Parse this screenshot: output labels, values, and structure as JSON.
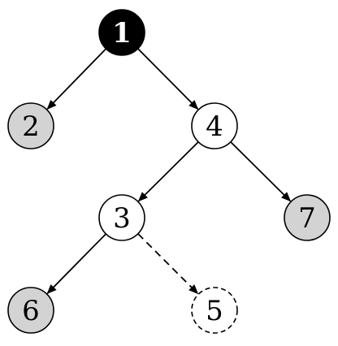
{
  "diagram": {
    "type": "tree",
    "nodes": [
      {
        "id": "n1",
        "label": "1",
        "style": "root",
        "fill": "#000000",
        "text_color": "#ffffff",
        "border": "solid"
      },
      {
        "id": "n2",
        "label": "2",
        "style": "leaf",
        "fill": "#d3d3d3",
        "text_color": "#000000",
        "border": "solid"
      },
      {
        "id": "n4",
        "label": "4",
        "style": "internal",
        "fill": "#ffffff",
        "text_color": "#000000",
        "border": "solid"
      },
      {
        "id": "n3",
        "label": "3",
        "style": "internal",
        "fill": "#ffffff",
        "text_color": "#000000",
        "border": "solid"
      },
      {
        "id": "n7",
        "label": "7",
        "style": "leaf",
        "fill": "#d3d3d3",
        "text_color": "#000000",
        "border": "solid"
      },
      {
        "id": "n6",
        "label": "6",
        "style": "leaf",
        "fill": "#d3d3d3",
        "text_color": "#000000",
        "border": "solid"
      },
      {
        "id": "n5",
        "label": "5",
        "style": "pending",
        "fill": "#ffffff",
        "text_color": "#000000",
        "border": "dashed"
      }
    ],
    "edges": [
      {
        "from": "n1",
        "to": "n2",
        "line": "solid"
      },
      {
        "from": "n1",
        "to": "n4",
        "line": "solid"
      },
      {
        "from": "n4",
        "to": "n3",
        "line": "solid"
      },
      {
        "from": "n4",
        "to": "n7",
        "line": "solid"
      },
      {
        "from": "n3",
        "to": "n6",
        "line": "solid"
      },
      {
        "from": "n3",
        "to": "n5",
        "line": "dashed"
      }
    ]
  }
}
